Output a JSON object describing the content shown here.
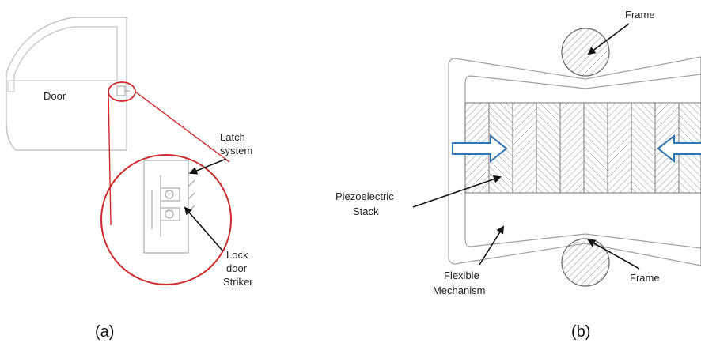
{
  "panel_a": {
    "caption": "(a)",
    "door_label": "Door",
    "latch_label_line1": "Latch",
    "latch_label_line2": "system",
    "striker_label_line1": "Lock",
    "striker_label_line2": "door",
    "striker_label_line3": "Striker"
  },
  "panel_b": {
    "caption": "(b)",
    "frame_top_label": "Frame",
    "frame_bottom_label": "Frame",
    "stack_label_line1": "Piezoelectric",
    "stack_label_line2": "Stack",
    "mechanism_label_line1": "Flexible",
    "mechanism_label_line2": "Mechanism"
  },
  "colors": {
    "magnifier": "#cc2b2b",
    "force_arrow": "#2e75b6",
    "outline": "#9a9a9a"
  }
}
